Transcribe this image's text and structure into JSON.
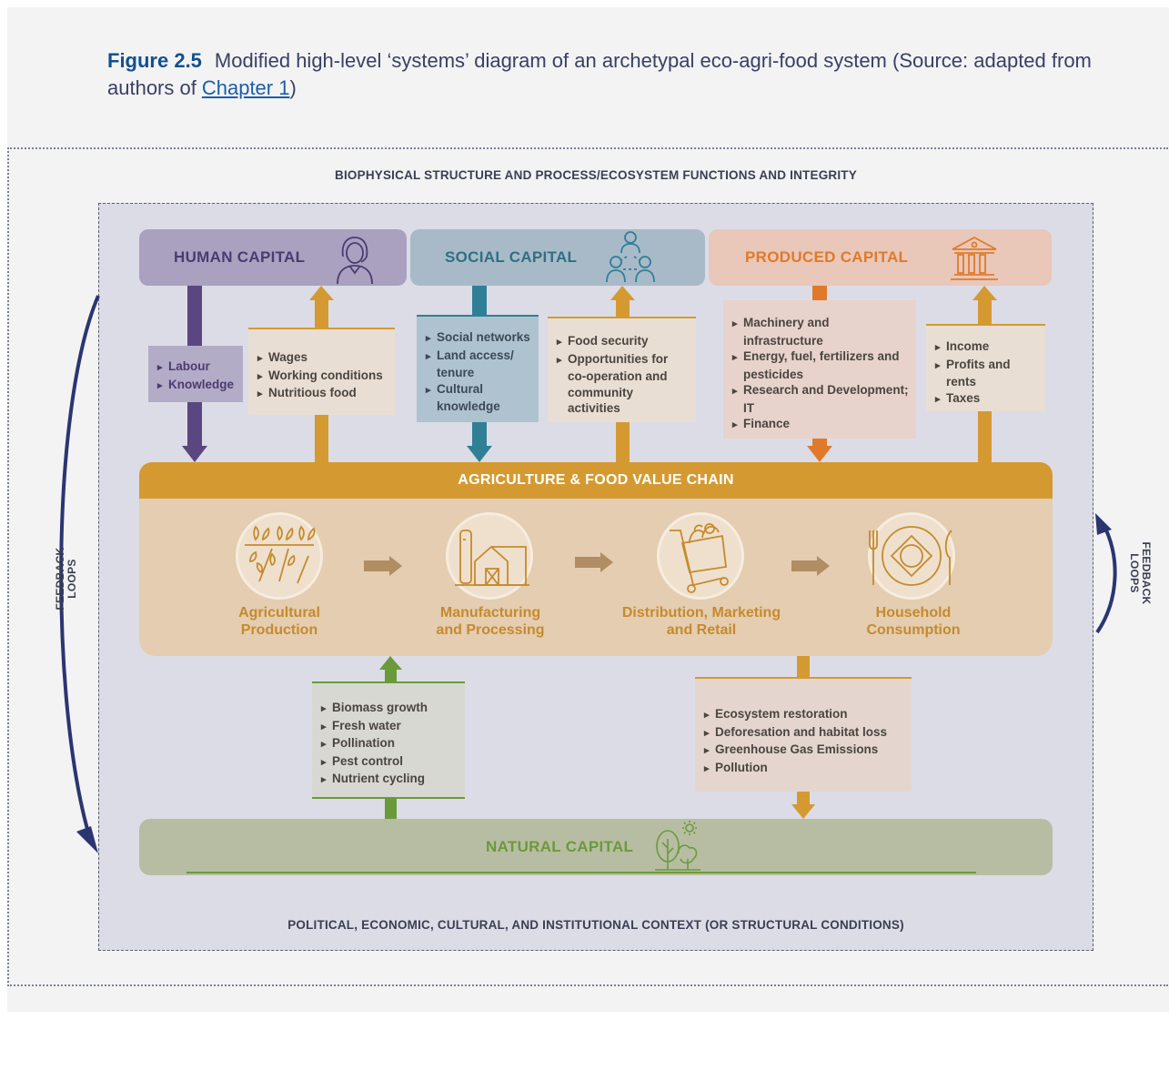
{
  "caption": {
    "figure_label": "Figure 2.5",
    "text": "Modified high-level ‘systems’ diagram of an archetypal eco-agri-food system (Source: adapted from authors of",
    "link": "Chapter 1",
    "end": ")"
  },
  "outer_title": "BIOPHYSICAL STRUCTURE AND PROCESS/ECOSYSTEM FUNCTIONS AND INTEGRITY",
  "context_title": "POLITICAL, ECONOMIC, CULTURAL, AND INSTITUTIONAL CONTEXT (OR STRUCTURAL CONDITIONS)",
  "feedback_label_line1": "FEEDBACK",
  "feedback_label_line2": "LOOPS",
  "capitals": {
    "human": "HUMAN CAPITAL",
    "social": "SOCIAL CAPITAL",
    "produced": "PRODUCED CAPITAL",
    "natural": "NATURAL CAPITAL"
  },
  "flows": {
    "human_in": [
      "Labour",
      "Knowledge"
    ],
    "human_out": [
      "Wages",
      "Working conditions",
      "Nutritious food"
    ],
    "social_in": [
      "Social networks",
      "Land access/ tenure",
      "Cultural knowledge"
    ],
    "social_out": [
      "Food security",
      "Opportunities for co-operation and community activities"
    ],
    "produced_in": [
      "Machinery and infrastructure",
      "Energy, fuel, fertilizers and pesticides",
      "Research and Development; IT",
      "Finance"
    ],
    "produced_out": [
      "Income",
      "Profits and rents",
      "Taxes"
    ],
    "natural_in": [
      "Biomass growth",
      "Fresh water",
      "Pollination",
      "Pest control",
      "Nutrient cycling"
    ],
    "natural_out": [
      "Ecosystem restoration",
      "Deforesation and habitat loss",
      "Greenhouse Gas Emissions",
      "Pollution"
    ]
  },
  "value_chain": {
    "title": "AGRICULTURE & FOOD VALUE CHAIN",
    "stages": [
      {
        "line1": "Agricultural",
        "line2": "Production",
        "icon": "crops-icon"
      },
      {
        "line1": "Manufacturing",
        "line2": "and Processing",
        "icon": "factory-icon"
      },
      {
        "line1": "Distribution, Marketing",
        "line2": "and Retail",
        "icon": "cart-icon"
      },
      {
        "line1": "Household",
        "line2": "Consumption",
        "icon": "plate-icon"
      }
    ]
  },
  "colors": {
    "human": "#4a3b72",
    "social": "#2f7f97",
    "produced": "#e07a2a",
    "chain": "#d49a31",
    "natural": "#6b9a3b",
    "feedback": "#2b3570"
  }
}
